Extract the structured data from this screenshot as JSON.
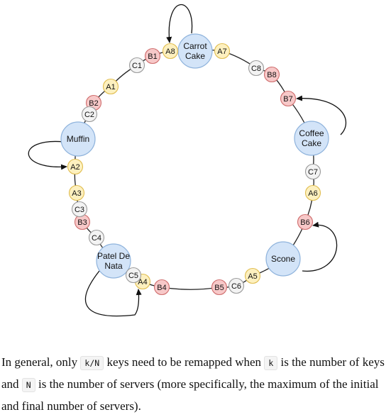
{
  "servers": [
    {
      "id": "carrot-cake",
      "lines": [
        "Carrot",
        "Cake"
      ]
    },
    {
      "id": "coffee-cake",
      "lines": [
        "Coffee",
        "Cake"
      ]
    },
    {
      "id": "scone",
      "lines": [
        "Scone"
      ]
    },
    {
      "id": "patel-de-nata",
      "lines": [
        "Patel De",
        "Nata"
      ]
    },
    {
      "id": "muffin",
      "lines": [
        "Muffin"
      ]
    }
  ],
  "keys": [
    "A1",
    "A2",
    "A3",
    "A4",
    "A5",
    "A6",
    "A7",
    "A8",
    "B1",
    "B2",
    "B3",
    "B4",
    "B5",
    "B6",
    "B7",
    "B8",
    "C1",
    "C2",
    "C3",
    "C4",
    "C5",
    "C6",
    "C7",
    "C8"
  ],
  "colors": {
    "server_fill": "#d3e4f8",
    "server_stroke": "#8fb3dc",
    "key_a_fill": "#fdf0bf",
    "key_a_stroke": "#e0bd4f",
    "key_b_fill": "#f7c8c8",
    "key_b_stroke": "#cf6d6d",
    "key_c_fill": "#f3f3f3",
    "key_c_stroke": "#9a9a9a"
  },
  "text": {
    "p1": "In general, only ",
    "code1": "k/N",
    "p2": " keys need to be remapped when ",
    "code2": "k",
    "p3": " is the number of keys and ",
    "code3": "N",
    "p4": " is the number of servers (more specifically, the maximum of the initial and final number of servers)."
  }
}
